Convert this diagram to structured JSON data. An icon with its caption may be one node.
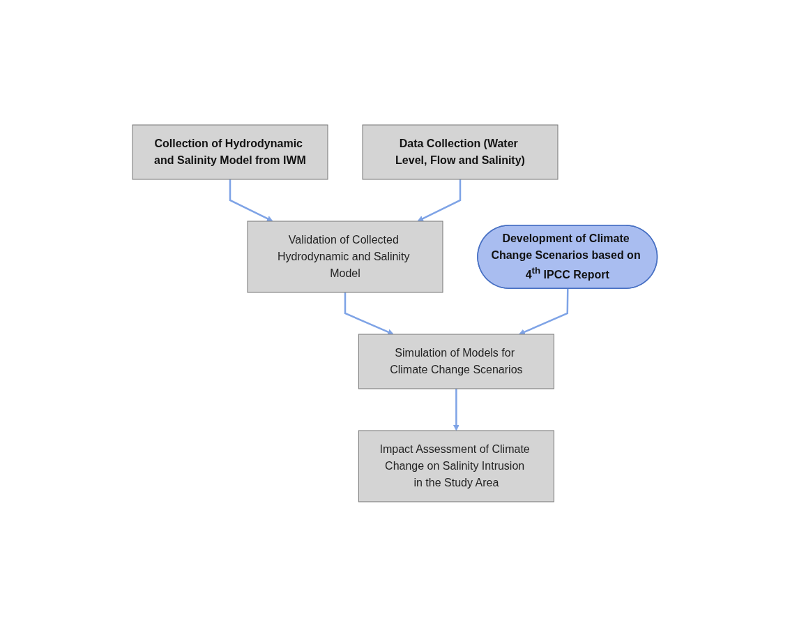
{
  "diagram": {
    "nodes": [
      {
        "text": [
          "Collection of Hydrodynamic and Salinity Model from IWM"
        ]
      },
      {
        "text": [
          "Data Collection (Water Level, Flow and Salinity)"
        ]
      },
      {
        "text": [
          "Validation of Collected Hydrodynamic and Salinity Model"
        ]
      },
      {
        "text": [
          "Development of Climate Change Scenarios based on 4$^{th}$ IPCC Report"
        ]
      },
      {
        "text": [
          "Simulation of Models for Climate Change Scenarios"
        ]
      },
      {
        "text": [
          "Impact Assessment of Climate Change on Salinity Intrusion in the Study Area"
        ]
      }
    ],
    "edges": [
      {
        "from": 0,
        "to": 2,
        "arrow": "to"
      },
      {
        "from": 1,
        "to": 2,
        "arrow": "to"
      },
      {
        "from": 2,
        "to": 4,
        "arrow": "to"
      },
      {
        "from": 3,
        "to": 4,
        "arrow": "to"
      },
      {
        "from": 4,
        "to": 5,
        "arrow": "to"
      }
    ]
  }
}
